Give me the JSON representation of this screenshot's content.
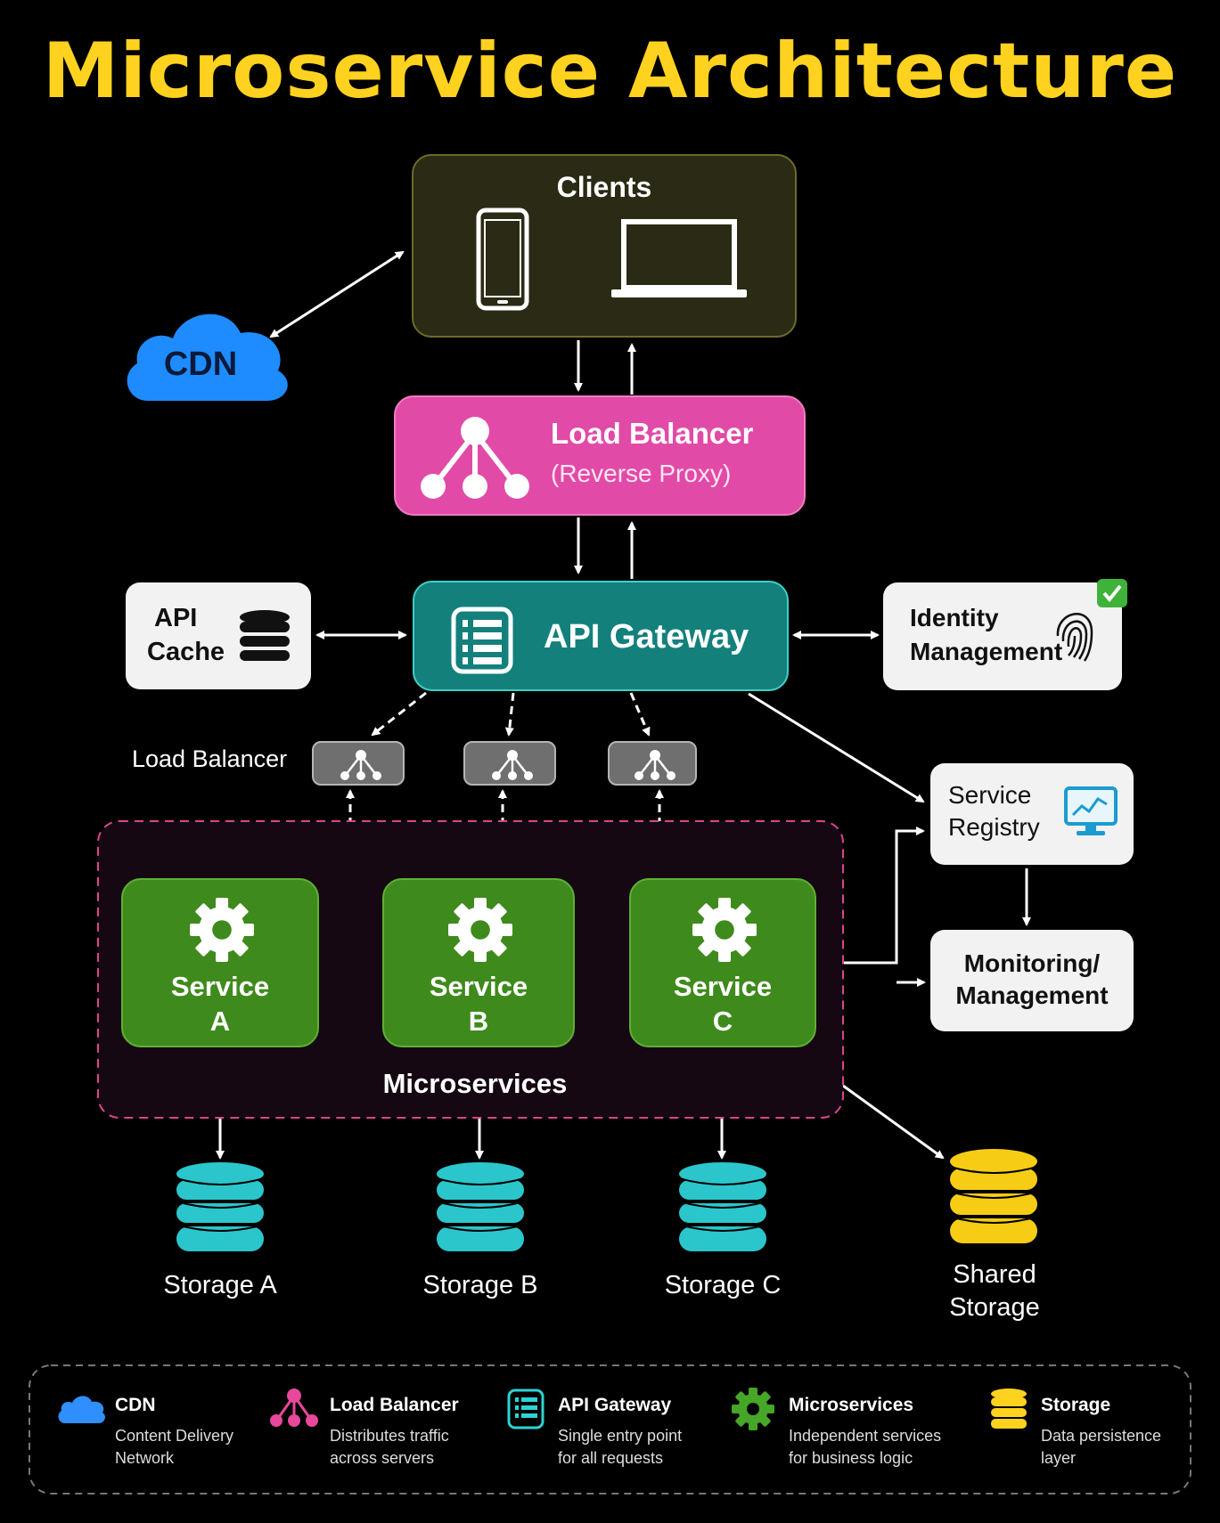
{
  "title": "Microservice Architecture",
  "nodes": {
    "clients": "Clients",
    "cdn": "CDN",
    "lb_main_line1": "Load Balancer",
    "lb_main_line2": "(Reverse Proxy)",
    "gateway": "API Gateway",
    "cache_line1": "API",
    "cache_line2": "Cache",
    "identity_line1": "Identity",
    "identity_line2": "Management",
    "lb_small": "Load Balancer",
    "registry_line1": "Service",
    "registry_line2": "Registry",
    "monitor_line1": "Monitoring/",
    "monitor_line2": "Management",
    "group_label": "Microservices",
    "services": [
      {
        "line1": "Service",
        "line2": "A"
      },
      {
        "line1": "Service",
        "line2": "B"
      },
      {
        "line1": "Service",
        "line2": "C"
      }
    ],
    "storages": [
      "Storage A",
      "Storage B",
      "Storage C"
    ],
    "shared_line1": "Shared",
    "shared_line2": "Storage"
  },
  "legend": [
    {
      "title": "CDN",
      "desc1": "Content Delivery",
      "desc2": "Network",
      "icon": "cloud-icon",
      "color": "#2f8fff"
    },
    {
      "title": "Load Balancer",
      "desc1": "Distributes traffic",
      "desc2": "across servers",
      "icon": "network-icon",
      "color": "#e8489c"
    },
    {
      "title": "API Gateway",
      "desc1": "Single entry point",
      "desc2": "for all requests",
      "icon": "server-icon",
      "color": "#2ed3d3"
    },
    {
      "title": "Microservices",
      "desc1": "Independent services",
      "desc2": "for business logic",
      "icon": "gear-icon",
      "color": "#46a627"
    },
    {
      "title": "Storage",
      "desc1": "Data persistence",
      "desc2": "layer",
      "icon": "database-icon",
      "color": "#ffd21f"
    }
  ],
  "colors": {
    "title": "#ffd21f",
    "clients_bg": "#2b2a14",
    "cdn": "#1e90ff",
    "load_balancer": "#e64aa6",
    "gateway": "#13807c",
    "service": "#3f8a1c",
    "storage": "#2bc6cc",
    "shared_storage": "#f6cd14"
  }
}
